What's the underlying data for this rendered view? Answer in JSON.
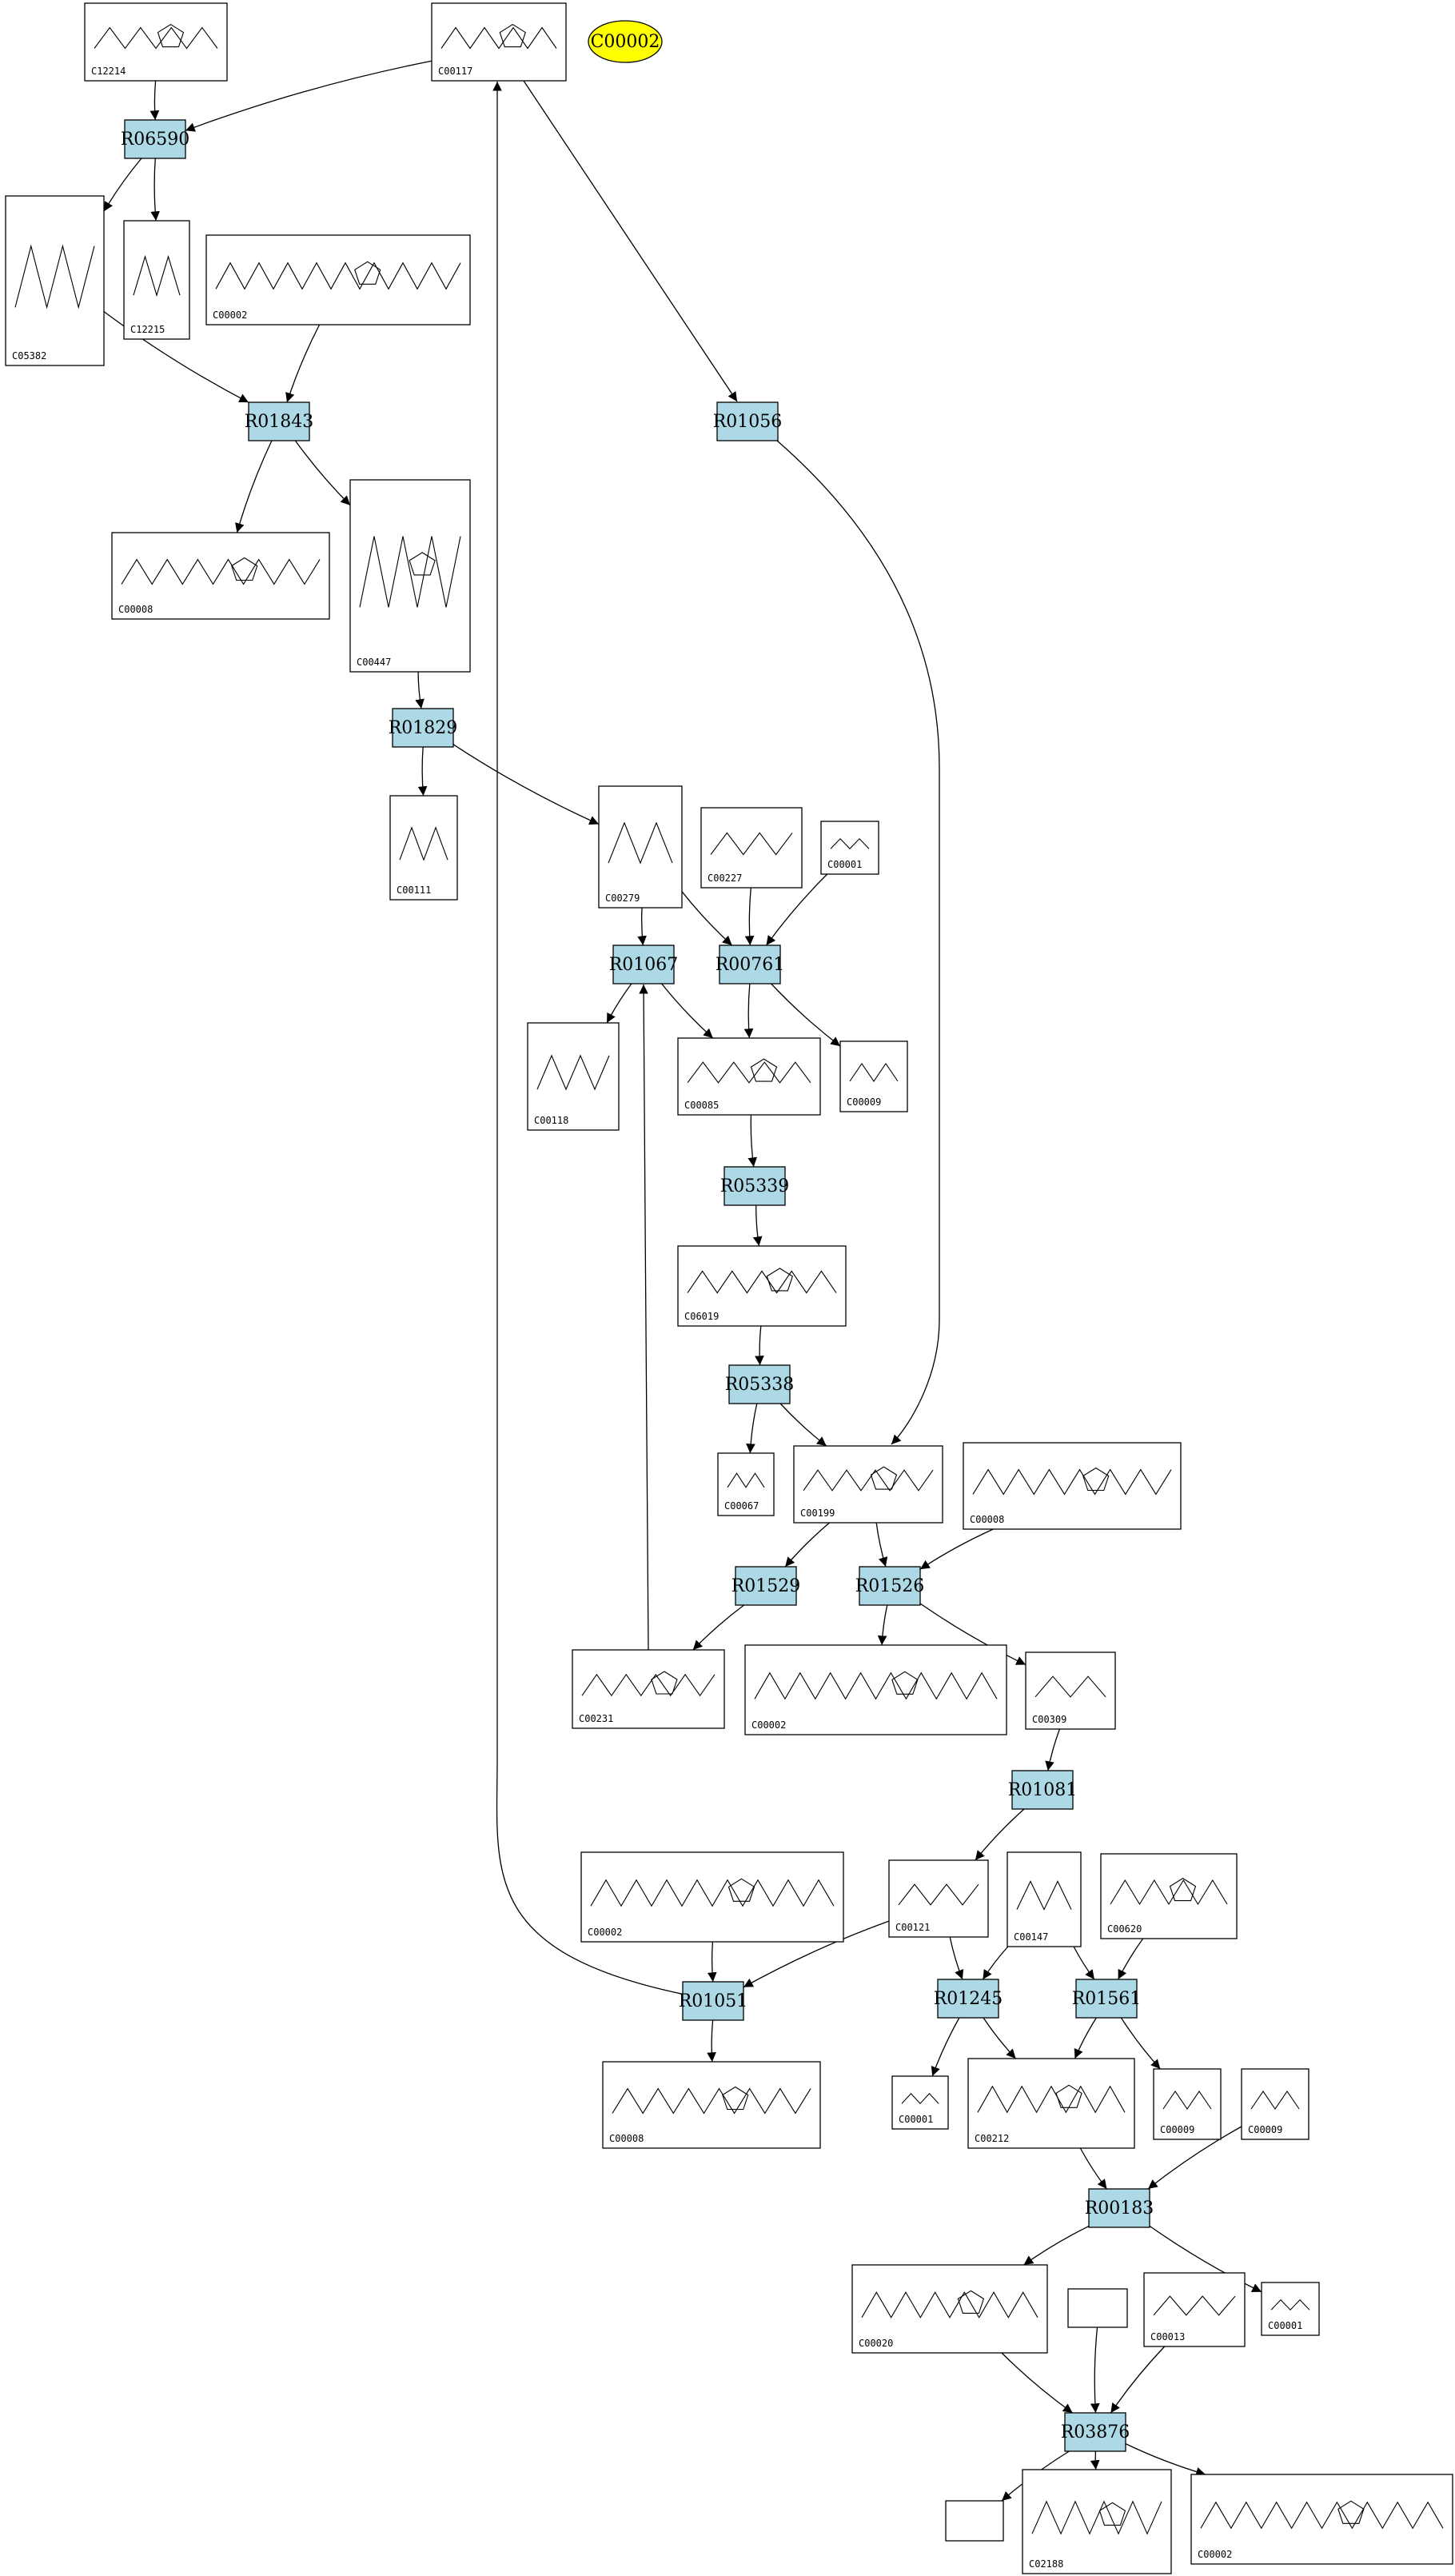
{
  "colors": {
    "reaction_fill": "#add8e6",
    "compound_fill": "#ffffff",
    "highlight_fill": "#ffff00",
    "stroke": "#000000"
  },
  "highlight": {
    "label": "C00002"
  },
  "reactions": [
    {
      "id": "R06590",
      "label": "R06590"
    },
    {
      "id": "R01843",
      "label": "R01843"
    },
    {
      "id": "R01056",
      "label": "R01056"
    },
    {
      "id": "R01829",
      "label": "R01829"
    },
    {
      "id": "R01067",
      "label": "R01067"
    },
    {
      "id": "R00761",
      "label": "R00761"
    },
    {
      "id": "R05339",
      "label": "R05339"
    },
    {
      "id": "R05338",
      "label": "R05338"
    },
    {
      "id": "R01529",
      "label": "R01529"
    },
    {
      "id": "R01526",
      "label": "R01526"
    },
    {
      "id": "R01081",
      "label": "R01081"
    },
    {
      "id": "R01051",
      "label": "R01051"
    },
    {
      "id": "R01245",
      "label": "R01245"
    },
    {
      "id": "R01561",
      "label": "R01561"
    },
    {
      "id": "R00183",
      "label": "R00183"
    },
    {
      "id": "R03876",
      "label": "R03876"
    }
  ],
  "compounds": [
    {
      "id": "c_C12214",
      "label": "C12214"
    },
    {
      "id": "c_C00117",
      "label": "C00117"
    },
    {
      "id": "c_C05382",
      "label": "C05382"
    },
    {
      "id": "c_C12215",
      "label": "C12215"
    },
    {
      "id": "c_C00002a",
      "label": "C00002"
    },
    {
      "id": "c_C00008a",
      "label": "C00008"
    },
    {
      "id": "c_C00447",
      "label": "C00447"
    },
    {
      "id": "c_C00111",
      "label": "C00111"
    },
    {
      "id": "c_C00279",
      "label": "C00279"
    },
    {
      "id": "c_C00227",
      "label": "C00227"
    },
    {
      "id": "c_C00001a",
      "label": "C00001"
    },
    {
      "id": "c_C00118",
      "label": "C00118"
    },
    {
      "id": "c_C00085",
      "label": "C00085"
    },
    {
      "id": "c_C00009a",
      "label": "C00009"
    },
    {
      "id": "c_C06019",
      "label": "C06019"
    },
    {
      "id": "c_C00067",
      "label": "C00067"
    },
    {
      "id": "c_C00199",
      "label": "C00199"
    },
    {
      "id": "c_C00008b",
      "label": "C00008"
    },
    {
      "id": "c_C00231",
      "label": "C00231"
    },
    {
      "id": "c_C00002b",
      "label": "C00002"
    },
    {
      "id": "c_C00309",
      "label": "C00309"
    },
    {
      "id": "c_C00002c",
      "label": "C00002"
    },
    {
      "id": "c_C00121",
      "label": "C00121"
    },
    {
      "id": "c_C00147",
      "label": "C00147"
    },
    {
      "id": "c_C00620",
      "label": "C00620"
    },
    {
      "id": "c_C00008c",
      "label": "C00008"
    },
    {
      "id": "c_C00001b",
      "label": "C00001"
    },
    {
      "id": "c_C00212",
      "label": "C00212"
    },
    {
      "id": "c_C00009b",
      "label": "C00009"
    },
    {
      "id": "c_C00009c",
      "label": "C00009"
    },
    {
      "id": "c_C00020",
      "label": "C00020"
    },
    {
      "id": "c_blank1",
      "label": ""
    },
    {
      "id": "c_C00013",
      "label": "C00013"
    },
    {
      "id": "c_C00001c",
      "label": "C00001"
    },
    {
      "id": "c_blank2",
      "label": ""
    },
    {
      "id": "c_C02188",
      "label": "C02188"
    },
    {
      "id": "c_C00002d",
      "label": "C00002"
    }
  ],
  "edges": [
    [
      "c_C12214",
      "R06590"
    ],
    [
      "c_C00117",
      "R06590"
    ],
    [
      "R06590",
      "c_C05382"
    ],
    [
      "R06590",
      "c_C12215"
    ],
    [
      "c_C05382",
      "R01843"
    ],
    [
      "c_C00002a",
      "R01843"
    ],
    [
      "R01843",
      "c_C00008a"
    ],
    [
      "R01843",
      "c_C00447"
    ],
    [
      "c_C00117",
      "R01056"
    ],
    [
      "c_C00447",
      "R01829"
    ],
    [
      "R01829",
      "c_C00111"
    ],
    [
      "R01829",
      "c_C00279"
    ],
    [
      "c_C00279",
      "R01067"
    ],
    [
      "c_C00279",
      "R00761"
    ],
    [
      "c_C00227",
      "R00761"
    ],
    [
      "c_C00001a",
      "R00761"
    ],
    [
      "R01067",
      "c_C00118"
    ],
    [
      "R01067",
      "c_C00085"
    ],
    [
      "R00761",
      "c_C00085"
    ],
    [
      "R00761",
      "c_C00009a"
    ],
    [
      "c_C00085",
      "R05339"
    ],
    [
      "R05339",
      "c_C06019"
    ],
    [
      "c_C06019",
      "R05338"
    ],
    [
      "R05338",
      "c_C00067"
    ],
    [
      "R05338",
      "c_C00199"
    ],
    [
      "R01056",
      "c_C00199"
    ],
    [
      "c_C00199",
      "R01529"
    ],
    [
      "c_C00199",
      "R01526"
    ],
    [
      "c_C00008b",
      "R01526"
    ],
    [
      "R01529",
      "c_C00231"
    ],
    [
      "c_C00231",
      "R01067"
    ],
    [
      "R01526",
      "c_C00002b"
    ],
    [
      "R01526",
      "c_C00309"
    ],
    [
      "c_C00309",
      "R01081"
    ],
    [
      "R01081",
      "c_C00121"
    ],
    [
      "c_C00002c",
      "R01051"
    ],
    [
      "c_C00121",
      "R01051"
    ],
    [
      "R01051",
      "c_C00117"
    ],
    [
      "R01051",
      "c_C00008c"
    ],
    [
      "c_C00121",
      "R01245"
    ],
    [
      "c_C00147",
      "R01245"
    ],
    [
      "c_C00147",
      "R01561"
    ],
    [
      "c_C00620",
      "R01561"
    ],
    [
      "R01245",
      "c_C00001b"
    ],
    [
      "R01245",
      "c_C00212"
    ],
    [
      "R01561",
      "c_C00212"
    ],
    [
      "R01561",
      "c_C00009b"
    ],
    [
      "c_C00212",
      "R00183"
    ],
    [
      "c_C00009c",
      "R00183"
    ],
    [
      "R00183",
      "c_C00020"
    ],
    [
      "R00183",
      "c_C00001c"
    ],
    [
      "c_C00020",
      "R03876"
    ],
    [
      "c_blank1",
      "R03876"
    ],
    [
      "c_C00013",
      "R03876"
    ],
    [
      "R03876",
      "c_blank2"
    ],
    [
      "R03876",
      "c_C02188"
    ],
    [
      "R03876",
      "c_C00002d"
    ]
  ]
}
